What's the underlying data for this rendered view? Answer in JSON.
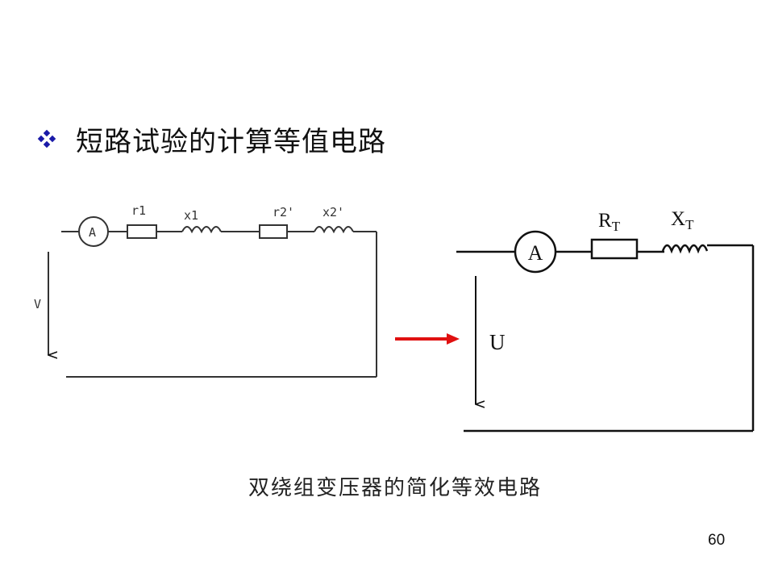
{
  "slide": {
    "title": "短路试验的计算等值电路",
    "caption": "双绕组变压器的简化等效电路",
    "page_number": "60",
    "bullet_icon": "diamond-bullet-icon",
    "accent_color": "#1a1aa8",
    "arrow_color": "#e01010"
  },
  "left_circuit": {
    "ammeter": "A",
    "r1": "r1",
    "x1": "x1",
    "r2": "r2'",
    "x2": "x2'",
    "voltage": "V"
  },
  "right_circuit": {
    "ammeter": "A",
    "resistor": "R",
    "resistor_sub": "T",
    "reactance": "X",
    "reactance_sub": "T",
    "voltage": "U"
  }
}
